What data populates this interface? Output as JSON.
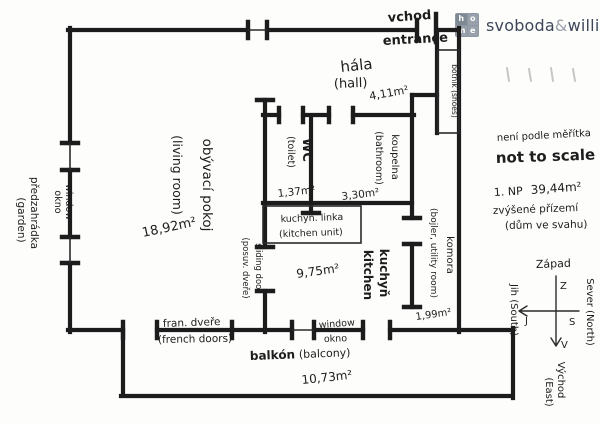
{
  "brand": {
    "name_left": "svoboda",
    "amp": "&",
    "name_right": "williams",
    "icon_letters": [
      "h",
      "o",
      "m",
      "e"
    ]
  },
  "annotations": {
    "scale_cz": "není podle měřítka",
    "scale_en": "not to scale",
    "floor_label": "1. NP",
    "total_area": "39,44m²",
    "floor_desc_cz": "zvýšené přízemí",
    "floor_desc_note": "(dům ve svahu)"
  },
  "compass": {
    "west": "Západ",
    "west_letter": "Z",
    "south_letter": "J",
    "north_letter": "S",
    "east_letter": "V",
    "south": "Jih (South)",
    "north": "Sever (North)",
    "east_cz": "Východ",
    "east_en": "(East)"
  },
  "plan": {
    "entrance": {
      "cz": "vchod",
      "en": "entrance"
    },
    "hall": {
      "cz": "hála",
      "en": "(hall)",
      "area": "4,11m²"
    },
    "shoe_cabinet": {
      "label": "botník (shoes)"
    },
    "wc": {
      "cz": "WC",
      "en": "(toilet)",
      "area": "1,37m²"
    },
    "bathroom": {
      "cz": "koupelna",
      "en": "(bathroom)",
      "area": "3,30m²"
    },
    "kitchen_unit": {
      "cz": "kuchyň. linka",
      "en": "(kitchen unit)"
    },
    "kitchen": {
      "en": "kitchen",
      "cz": "kuchyň",
      "area": "9,75m²"
    },
    "utility": {
      "cz": "komora",
      "en": "(bojler, utility room)",
      "area": "1,99m²"
    },
    "living_room": {
      "cz": "obývací pokoj",
      "en": "(living room)",
      "area": "18,92m²"
    },
    "garden": {
      "cz": "předzahrádka",
      "en": "(garden)"
    },
    "window_left": {
      "en": "window",
      "cz": "okno"
    },
    "window_bottom": {
      "en": "window",
      "cz": "okno"
    },
    "sliding_door": {
      "en": "sliding door",
      "cz": "(posuv. dveře)"
    },
    "french_doors": {
      "cz": "fran. dveře",
      "en": "(french doors)"
    },
    "balcony": {
      "cz": "balkón",
      "en": "(balcony)",
      "area": "10,73m²"
    }
  }
}
